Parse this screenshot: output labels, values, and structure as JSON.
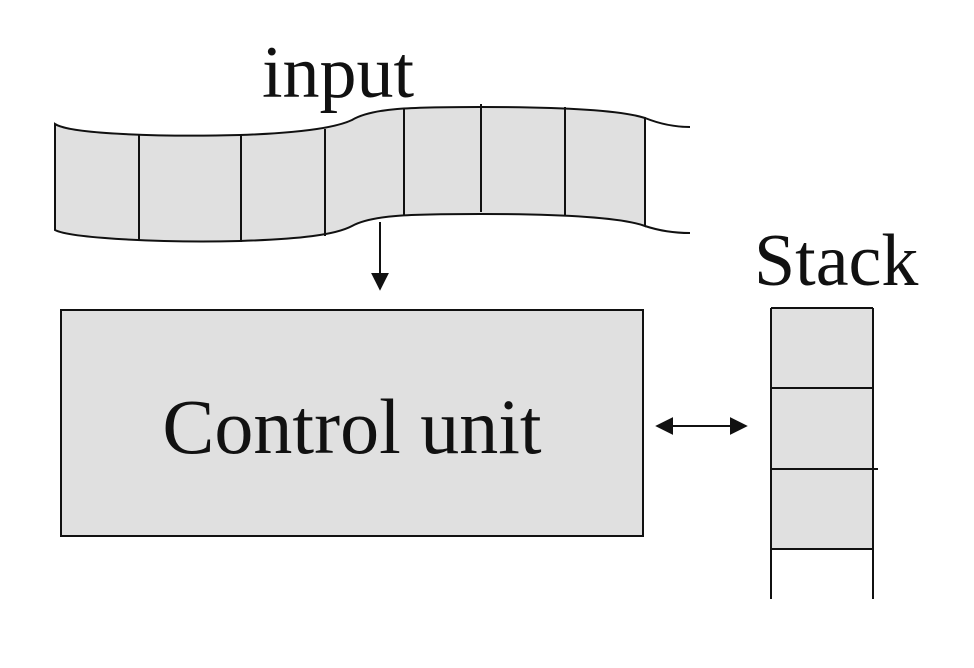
{
  "diagram": {
    "input_label": "input",
    "stack_label": "Stack",
    "control_unit_label": "Control unit",
    "colors": {
      "fill": "#e0e0e0",
      "stroke": "#111111",
      "background": "#ffffff"
    }
  }
}
